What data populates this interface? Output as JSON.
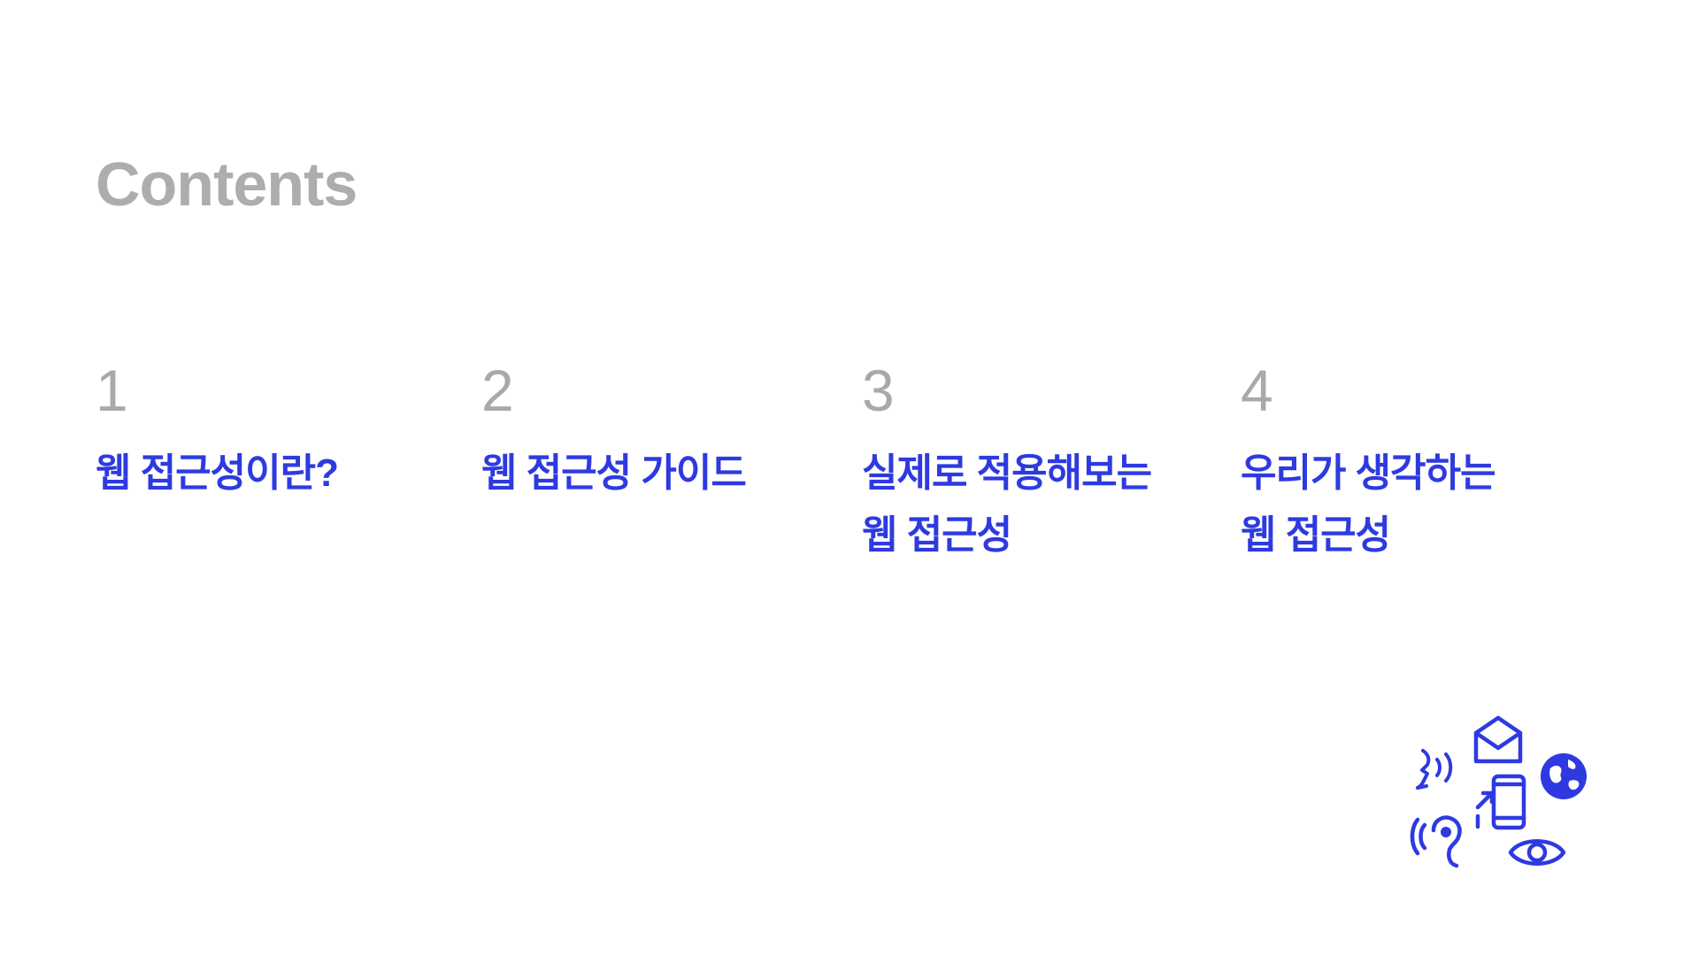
{
  "title": "Contents",
  "items": [
    {
      "number": "1",
      "lines": [
        "웹 접근성이란?"
      ]
    },
    {
      "number": "2",
      "lines": [
        "웹 접근성 가이드"
      ]
    },
    {
      "number": "3",
      "lines": [
        "실제로 적용해보는",
        "웹 접근성"
      ]
    },
    {
      "number": "4",
      "lines": [
        "우리가 생각하는",
        "웹 접근성"
      ]
    }
  ],
  "colors": {
    "title": "#adadad",
    "number": "#a9a9a9",
    "accent": "#2e3ae0",
    "background": "#ffffff"
  },
  "icons": [
    "speech-icon",
    "mail-icon",
    "mobile-tap-icon",
    "globe-icon",
    "ear-icon",
    "eye-icon"
  ]
}
